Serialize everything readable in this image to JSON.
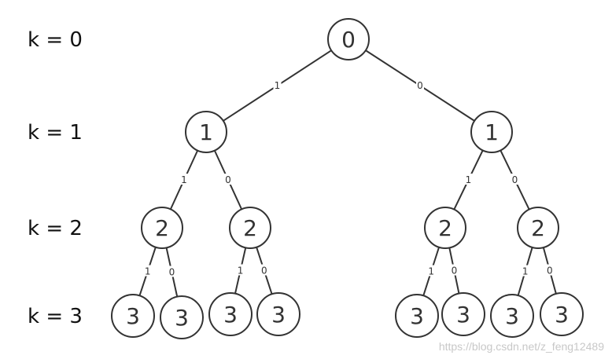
{
  "level_labels": [
    "k = 0",
    "k = 1",
    "k = 2",
    "k = 3"
  ],
  "tree": {
    "label": "0",
    "children": [
      {
        "edge": "1",
        "label": "1",
        "children": [
          {
            "edge": "1",
            "label": "2",
            "children": [
              {
                "edge": "1",
                "label": "3"
              },
              {
                "edge": "0",
                "label": "3"
              }
            ]
          },
          {
            "edge": "0",
            "label": "2",
            "children": [
              {
                "edge": "1",
                "label": "3"
              },
              {
                "edge": "0",
                "label": "3"
              }
            ]
          }
        ]
      },
      {
        "edge": "0",
        "label": "1",
        "children": [
          {
            "edge": "1",
            "label": "2",
            "children": [
              {
                "edge": "1",
                "label": "3"
              },
              {
                "edge": "0",
                "label": "3"
              }
            ]
          },
          {
            "edge": "0",
            "label": "2",
            "children": [
              {
                "edge": "1",
                "label": "3"
              },
              {
                "edge": "0",
                "label": "3"
              }
            ]
          }
        ]
      }
    ]
  },
  "watermark": "https://blog.csdn.net/z_feng12489"
}
